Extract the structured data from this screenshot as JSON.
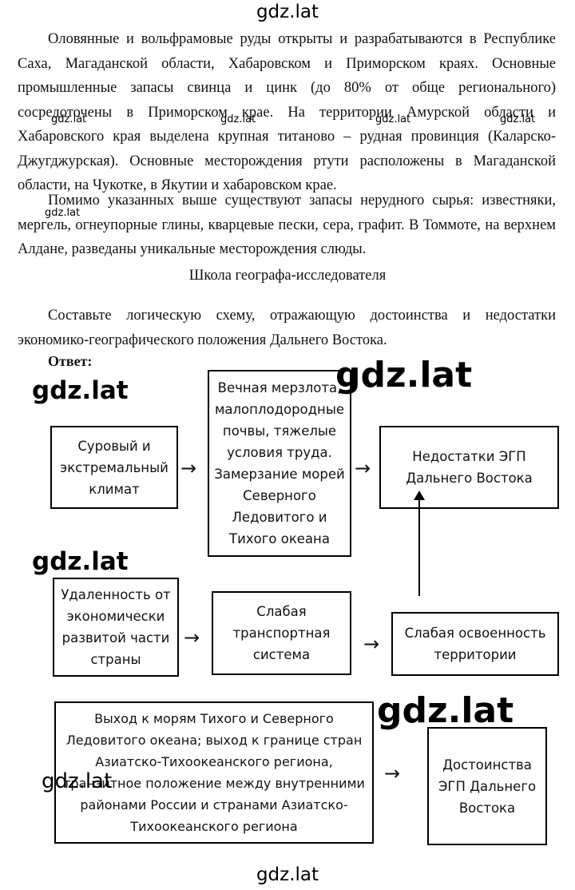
{
  "watermark": "gdz.lat",
  "paragraphs": [
    "Оловянные и вольфрамовые руды открыты и разрабатываются в Республике Саха, Магаданской области, Хабаровском и Приморском краях. Основные промышленные запасы свинца и цинк (до 80% от обще регионального) сосредоточены в Приморском крае. На территории Амурской области и Хабаровского края выделена крупная титаново – рудная провинция (Каларско-Джугджурская). Основные месторождения ртути расположены в Магаданской области, на Чукотке, в Якутии и хабаровском крае.",
    "Помимо указанных выше существуют запасы нерудного сырья: известняки, мергель, огнеупорные глины, кварцевые пески, сера, графит. В Томмоте, на верхнем Алдане, разведаны уникальные месторождения слюды."
  ],
  "section_title": "Школа географа-исследователя",
  "task": "Составьте логическую схему, отражающую достоинства и недостатки экономико-географического положения Дальнего Востока.",
  "answer_label": "Ответ:",
  "diagram": {
    "climate": "Суровый и экстремальный климат",
    "permafrost": "Вечная мерзлота, малоплодородные почвы, тяжелые условия труда. Замерзание морей Северного Ледовитого и Тихого океана",
    "disadvantages": "Недостатки ЭГП Дальнего Востока",
    "remoteness": "Удаленность от экономически развитой части страны",
    "transport": "Слабая транспортная система",
    "development": "Слабая освоенность территории",
    "seas_access": "Выход к морям Тихого и Северного Ледовитого океана; выход к границе стран Азиатско-Тихоокеанского региона, транзитное положение между внутренними районами России и странами Азиатско-Тихоокеанского региона",
    "advantages": "Достоинства ЭГП Дальнего Востока",
    "arrow_glyph": "→"
  }
}
